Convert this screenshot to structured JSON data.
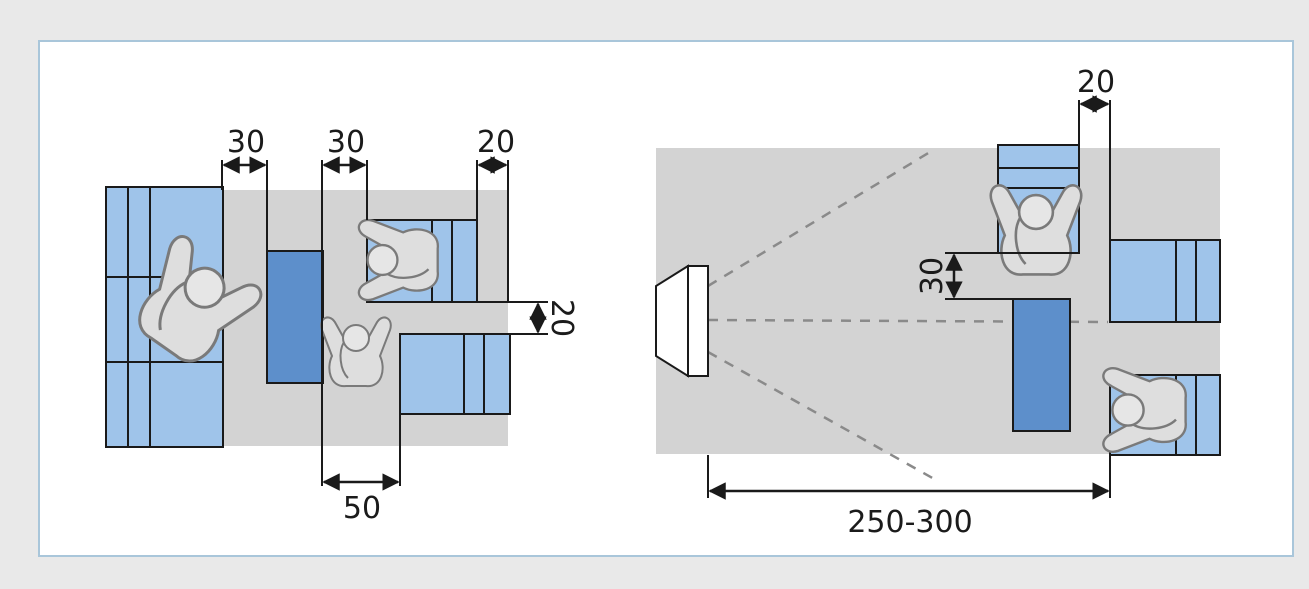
{
  "colors": {
    "background": "#e9e9e9",
    "frame_border": "#a9c6da",
    "floor_area": "#d3d3d3",
    "sofa_fill": "#9fc4ea",
    "table_fill": "#5d8fcb",
    "outline": "#1a1a1a",
    "person_fill": "#dedede",
    "view_line": "#8a8a8a"
  },
  "left_plan": {
    "dim_sofa_table_gap": "30",
    "dim_table_chair_gap": "30",
    "dim_armchair_armrest": "20",
    "dim_between_armchairs": "20",
    "dim_passage": "50"
  },
  "right_plan": {
    "dim_armrest": "20",
    "dim_chair_table_gap": "30",
    "dim_tv_distance": "250-300"
  }
}
